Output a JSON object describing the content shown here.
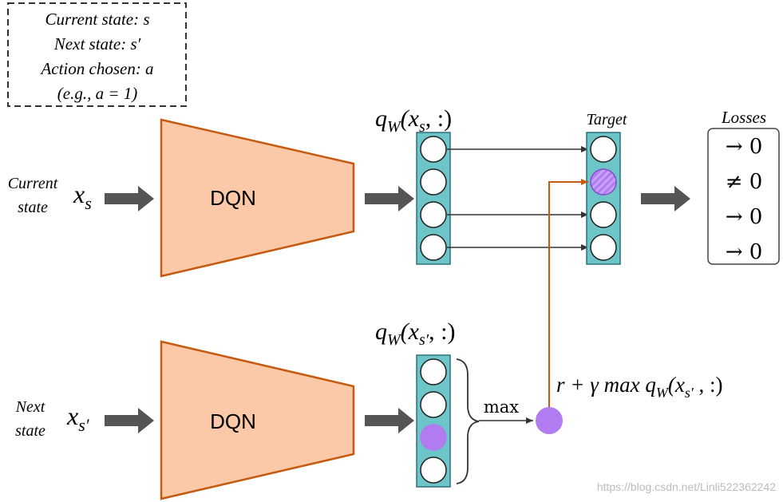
{
  "info_box": {
    "line1": "Current state: s",
    "line2": "Next state: s′",
    "line3": "Action chosen: a",
    "line4": "(e.g., a = 1)"
  },
  "top_row": {
    "input_label_line1": "Current",
    "input_label_line2": "state",
    "input_var_base": "x",
    "input_var_sub": "s",
    "network_label": "DQN",
    "output_label_fn": "q",
    "output_label_sub": "W",
    "output_label_arg": "(x",
    "output_label_arg_sub": "s",
    "output_label_tail": ", :)"
  },
  "bottom_row": {
    "input_label_line1": "Next",
    "input_label_line2": "state",
    "input_var_base": "x",
    "input_var_sub": "s′",
    "network_label": "DQN",
    "output_label_fn": "q",
    "output_label_sub": "W",
    "output_label_arg": "(x",
    "output_label_arg_sub": "s′",
    "output_label_tail": ", :)"
  },
  "target_label": "Target",
  "losses": {
    "title": "Losses",
    "items": [
      "→ 0",
      "≠ 0",
      "→ 0",
      "→ 0"
    ]
  },
  "max_label": "max",
  "target_formula": {
    "head": "r + γ max q",
    "sub": "W",
    "arg": "(x",
    "arg_sub": "s′",
    "tail": " , :)"
  },
  "watermark": "https://blog.csdn.net/Linli522362242",
  "colors": {
    "dqn_fill": "#fbc9a7",
    "dqn_stroke": "#c55a11",
    "column_fill": "#6dc5c8",
    "column_stroke": "#2f6f7a",
    "highlight": "#b07cf0",
    "arrow_gray": "#555555",
    "orange_line": "#c55a11"
  }
}
